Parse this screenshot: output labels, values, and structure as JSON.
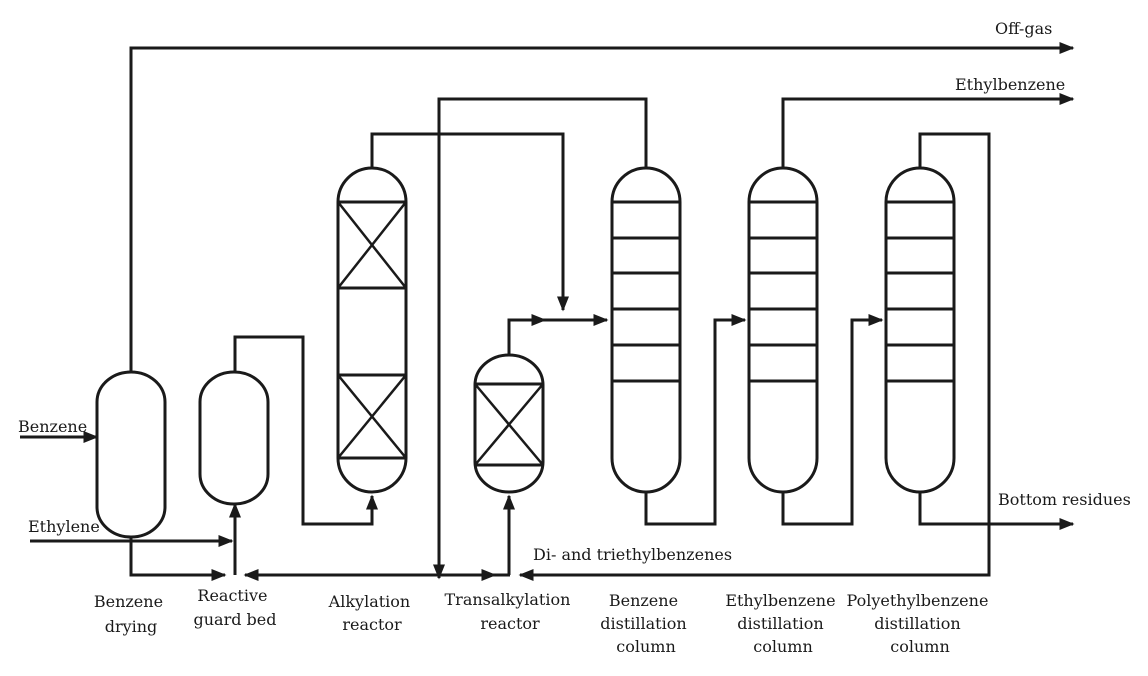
{
  "streams": {
    "off_gas": "Off-gas",
    "ethylbenzene": "Ethylbenzene",
    "benzene_feed": "Benzene",
    "ethylene_feed": "Ethylene",
    "bottom_residues": "Bottom residues",
    "recycle": "Di- and triethylbenzenes"
  },
  "units": {
    "benzene_drying": [
      "Benzene",
      "drying"
    ],
    "reactive_guard_bed": [
      "Reactive",
      "guard bed"
    ],
    "alkylation_reactor": [
      "Alkylation",
      "reactor"
    ],
    "transalkylation_reactor": [
      "Transalkylation",
      "reactor"
    ],
    "benzene_column": [
      "Benzene",
      "distillation",
      "column"
    ],
    "ethylbenzene_column": [
      "Ethylbenzene",
      "distillation",
      "column"
    ],
    "polyethylbenzene_column": [
      "Polyethylbenzene",
      "distillation",
      "column"
    ]
  },
  "colors": {
    "line": "#1a1a1a",
    "background": "#ffffff"
  }
}
